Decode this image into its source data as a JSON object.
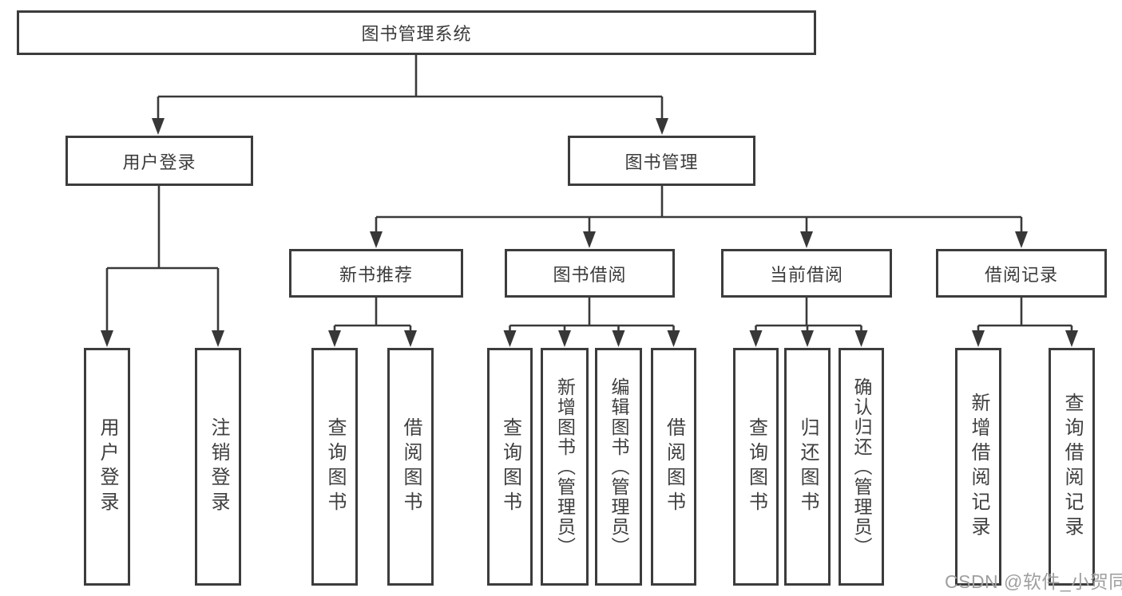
{
  "tree": {
    "root": "图书管理系统",
    "branches": [
      {
        "label": "用户登录",
        "children": [
          "用户登录",
          "注销登录"
        ]
      },
      {
        "label": "图书管理",
        "sections": [
          {
            "label": "新书推荐",
            "children": [
              "查询图书",
              "借阅图书"
            ]
          },
          {
            "label": "图书借阅",
            "children": [
              "查询图书",
              "新增图书（管理员）",
              "编辑图书（管理员）",
              "借阅图书"
            ]
          },
          {
            "label": "当前借阅",
            "children": [
              "查询图书",
              "归还图书",
              "确认归还（管理员）"
            ]
          },
          {
            "label": "借阅记录",
            "children": [
              "新增借阅记录",
              "查询借阅记录"
            ]
          }
        ]
      }
    ]
  },
  "watermark": "CSDN @软件_小贺同学",
  "colors": {
    "line": "#3a3a3a",
    "arrow": "#373737",
    "box_border": "#3c3c3c",
    "text": "#3b3b3b",
    "watermark": "#9f9f9f",
    "background": "#ffffff"
  }
}
